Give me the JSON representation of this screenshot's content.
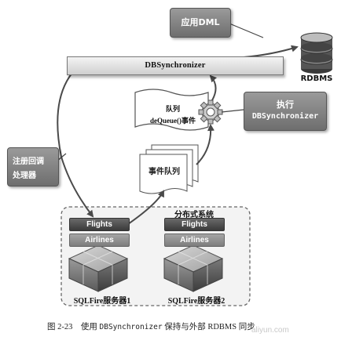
{
  "notes": {
    "apply_dml": "应用DML",
    "execute_line1": "执行",
    "execute_line2": "DBSynchronizer",
    "listener_line1": "注册回调",
    "listener_line2": "处理器"
  },
  "synchronizer_bar": "DBSynchronizer",
  "rdbms_label": "RDBMS",
  "queue_document": {
    "line1": "队列",
    "line2": "deQueue()事件"
  },
  "event_queue_label": "事件队列",
  "cluster_label": "分布式系统",
  "servers": [
    {
      "flights": "Flights",
      "airlines": "Airlines",
      "label": "SQLFire服务器1"
    },
    {
      "flights": "Flights",
      "airlines": "Airlines",
      "label": "SQLFire服务器2"
    }
  ],
  "caption": {
    "prefix": "图 2-23　使用 ",
    "mono": "DBSynchronizer",
    "suffix": " 保持与外部 RDBMS 同步"
  },
  "watermark": "aliyun.com"
}
